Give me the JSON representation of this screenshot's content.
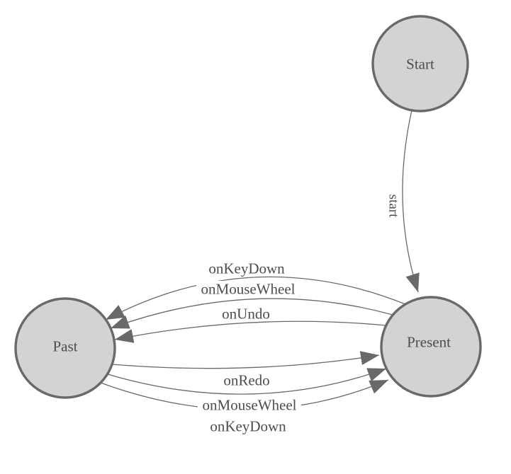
{
  "diagram": {
    "type": "state-machine",
    "colors": {
      "background": "#ffffff",
      "node_fill": "#d3d3d3",
      "node_stroke": "#696969",
      "edge_stroke": "#696969",
      "arrowhead_fill": "#696969",
      "label_text": "#4d4d4d"
    },
    "nodes": [
      {
        "id": "start",
        "label": "Start"
      },
      {
        "id": "present",
        "label": "Present"
      },
      {
        "id": "past",
        "label": "Past"
      }
    ],
    "edges": [
      {
        "from": "start",
        "to": "present",
        "label": "start"
      },
      {
        "from": "present",
        "to": "past",
        "label": "onKeyDown"
      },
      {
        "from": "present",
        "to": "past",
        "label": "onMouseWheel"
      },
      {
        "from": "present",
        "to": "past",
        "label": "onUndo"
      },
      {
        "from": "past",
        "to": "present",
        "label": "onRedo"
      },
      {
        "from": "past",
        "to": "present",
        "label": "onMouseWheel"
      },
      {
        "from": "past",
        "to": "present",
        "label": "onKeyDown"
      }
    ]
  }
}
